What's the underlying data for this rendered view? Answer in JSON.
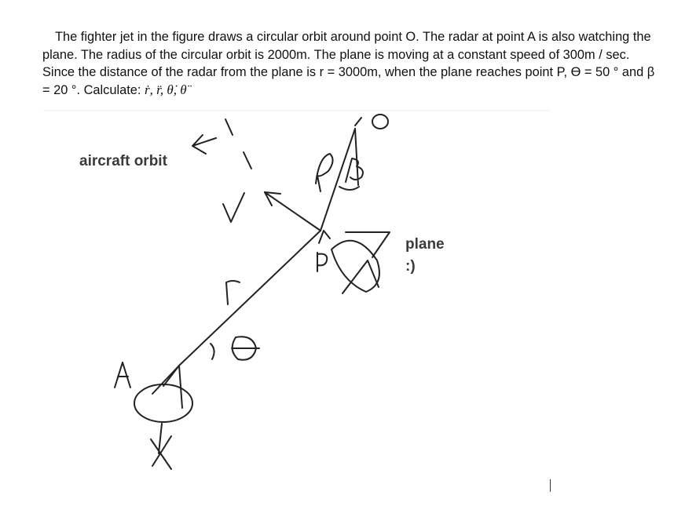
{
  "problem": {
    "text": "The fighter jet in the figure draws a circular orbit around point O. The radar at point A is also watching the plane. The radius of the circular orbit is 2000m. The plane is moving at a constant speed of 300m / sec. Since the distance of the radar from the plane is r = 3000m, when the plane reaches point P, ϴ = 50 ° and β = 20 °. Calculate:",
    "unknowns": "ṙ, r̈, θ̇, θ̈"
  },
  "figure": {
    "orbit_label": "aircraft orbit",
    "plane_label_line1": "plane",
    "plane_label_line2": ":)",
    "handwritten": {
      "point_O": "O",
      "point_A": "A",
      "point_P": "P",
      "radius_rho": "ρ",
      "beta": "β",
      "theta": "θ",
      "r": "r",
      "v": "v"
    }
  }
}
